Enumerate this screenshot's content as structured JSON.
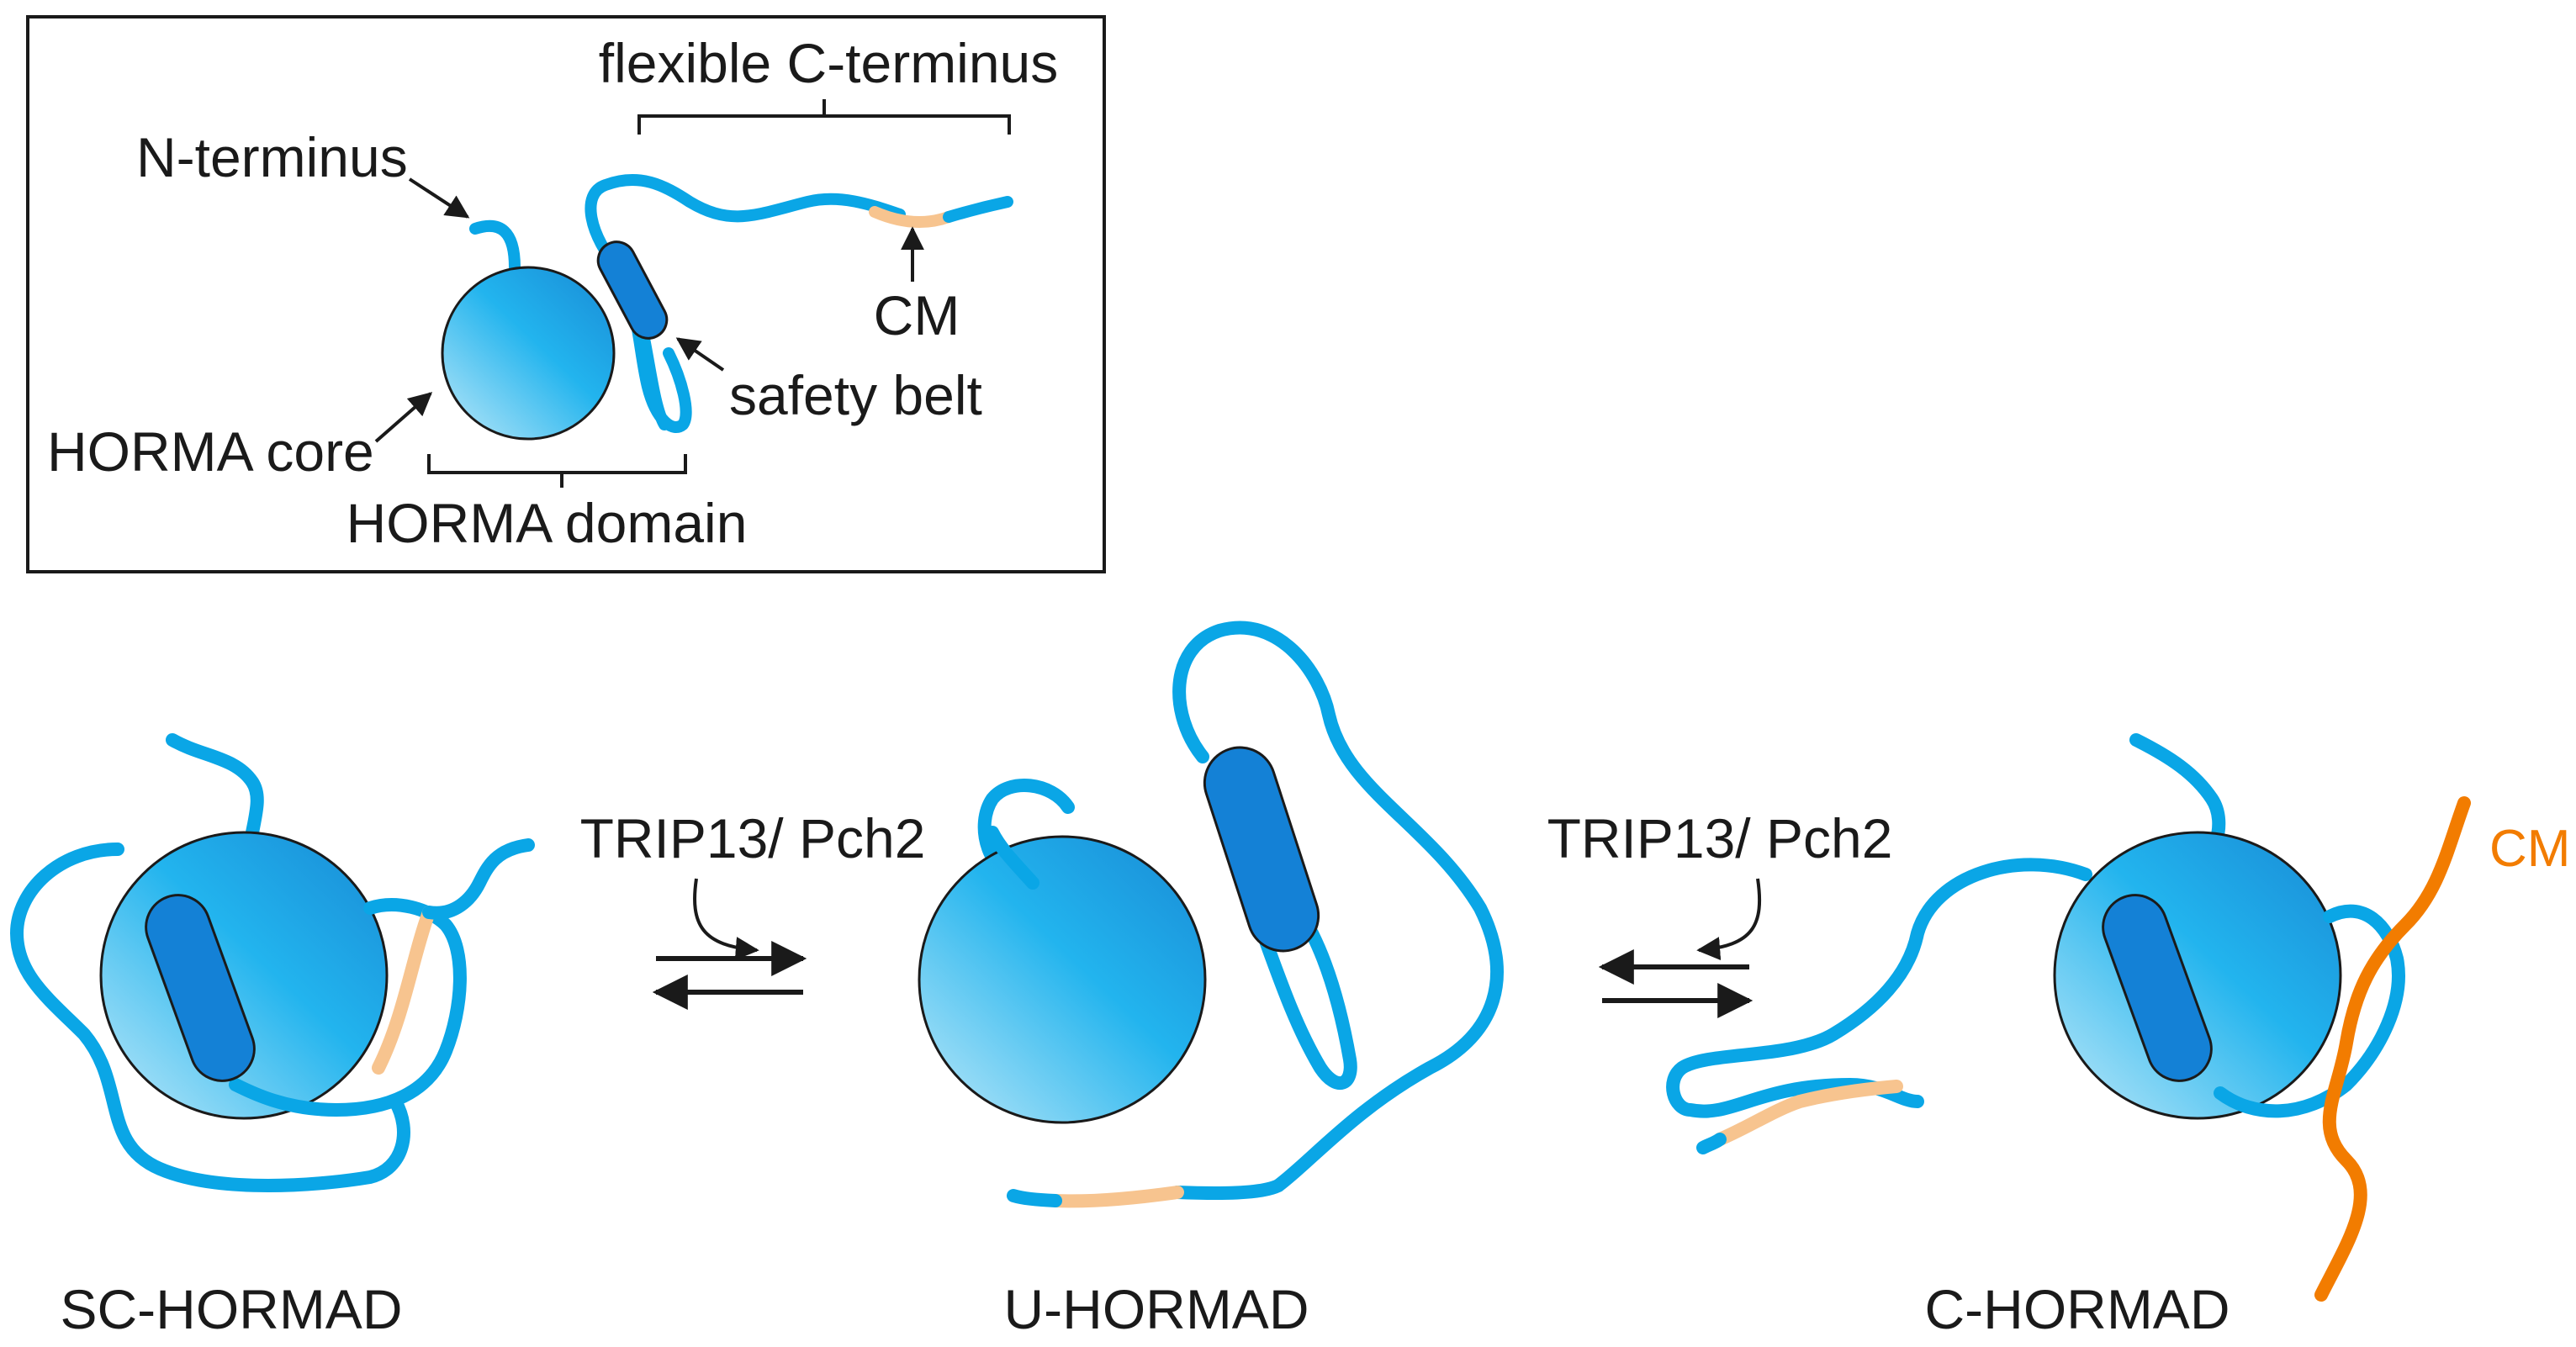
{
  "inset": {
    "labels": {
      "flexible_c_terminus": "flexible C-terminus",
      "n_terminus": "N-terminus",
      "cm": "CM",
      "safety_belt": "safety belt",
      "horma_core": "HORMA core",
      "horma_domain": "HORMA domain"
    }
  },
  "states": {
    "sc_hormad": "SC-HORMAD",
    "u_hormad": "U-HORMAD",
    "c_hormad": "C-HORMAD"
  },
  "transitions": {
    "left": "TRIP13/ Pch2",
    "right": "TRIP13/ Pch2"
  },
  "partner_label": "CM",
  "colors": {
    "protein_blue": "#0aa6e6",
    "belt_blue": "#1481d6",
    "cm_light": "#f7c48f",
    "cm_partner": "#f27c00",
    "ink": "#1a1a1a"
  }
}
